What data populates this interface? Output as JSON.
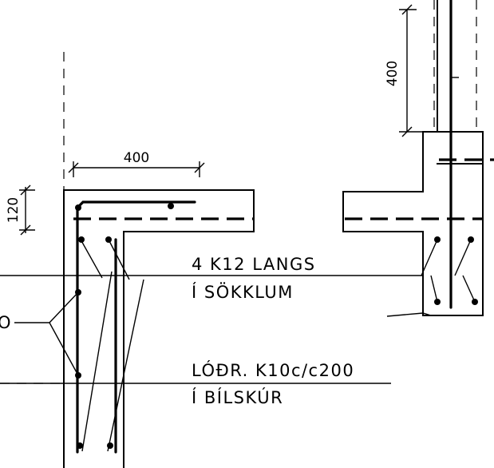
{
  "notes": {
    "rebar_line1": "4 K12 LANGS",
    "rebar_line2": "Í SÖKKLUM",
    "floor_line1": "LÓÐR. K10c/c200",
    "floor_line2": "Í BÍLSKÚR"
  },
  "dimensions": {
    "left_width": "400",
    "right_height": "400",
    "slab_thickness": "120",
    "cut_label": "O"
  }
}
